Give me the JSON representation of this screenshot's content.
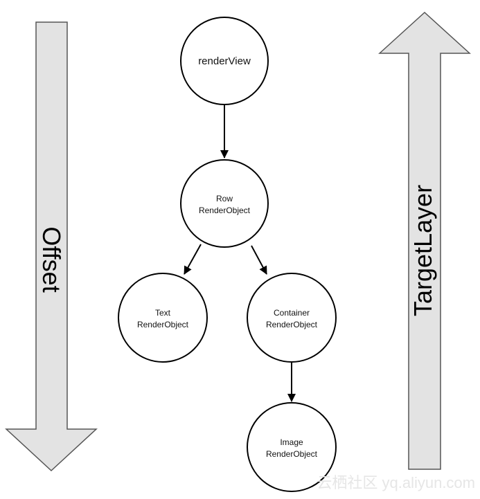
{
  "colors": {
    "arrow_fill": "#e3e3e3",
    "arrow_stroke": "#555555",
    "edge": "#000000",
    "node_stroke": "#000000",
    "watermark": "#e6e6e6"
  },
  "side_arrows": {
    "offset": {
      "label": "Offset",
      "direction": "down"
    },
    "target_layer": {
      "label": "TargetLayer",
      "direction": "up"
    }
  },
  "nodes": {
    "render_view": {
      "lines": [
        "renderView"
      ]
    },
    "row": {
      "lines": [
        "Row",
        "RenderObject"
      ]
    },
    "text": {
      "lines": [
        "Text",
        "RenderObject"
      ]
    },
    "container": {
      "lines": [
        "Container",
        "RenderObject"
      ]
    },
    "image": {
      "lines": [
        "Image",
        "RenderObject"
      ]
    }
  },
  "edges": [
    {
      "from": "render_view",
      "to": "row"
    },
    {
      "from": "row",
      "to": "text"
    },
    {
      "from": "row",
      "to": "container"
    },
    {
      "from": "container",
      "to": "image"
    }
  ],
  "watermark": {
    "text": "云栖社区 yq.aliyun.com"
  }
}
